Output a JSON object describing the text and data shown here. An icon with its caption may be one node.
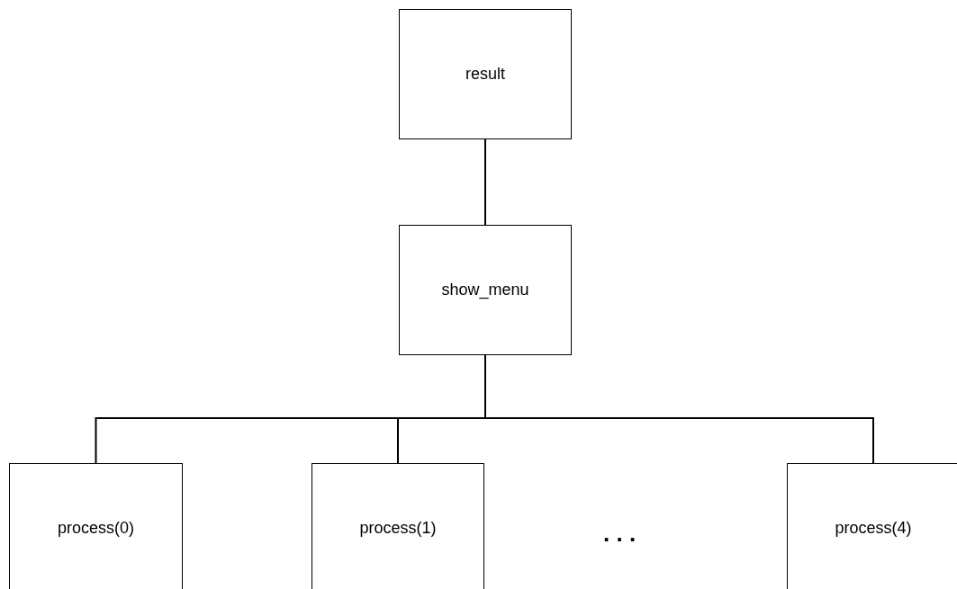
{
  "diagram": {
    "nodes": [
      {
        "text": [
          "result"
        ]
      },
      {
        "text": [
          "show_menu"
        ]
      },
      {
        "text": [
          "process(0)"
        ]
      },
      {
        "text": [
          "process(1)"
        ]
      },
      {
        "text": [
          "process(4)"
        ]
      }
    ],
    "edges": [
      {
        "from": 0,
        "to": 1,
        "arrow": "none"
      },
      {
        "from": 1,
        "to": 2,
        "arrow": "none"
      },
      {
        "from": 1,
        "to": 3,
        "arrow": "none"
      },
      {
        "from": 1,
        "to": 4,
        "arrow": "none"
      }
    ],
    "labels": [
      ". . ."
    ]
  }
}
